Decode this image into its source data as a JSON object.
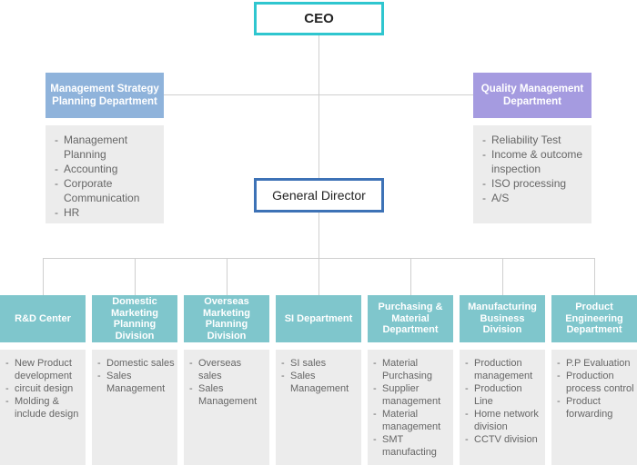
{
  "ceo": {
    "label": "CEO"
  },
  "general_director": {
    "label": "General Director"
  },
  "staff": {
    "management_strategy": {
      "title": "Management Strategy Planning Department",
      "items": [
        "Management Planning",
        "Accounting",
        "Corporate Communication",
        "HR"
      ]
    },
    "quality_management": {
      "title": "Quality Management Department",
      "items": [
        "Reliability Test",
        "Income & outcome inspection",
        "ISO processing",
        "A/S"
      ]
    }
  },
  "departments": [
    {
      "title": "R&D Center",
      "items": [
        "New Product development",
        "circuit design",
        "Molding & include design"
      ]
    },
    {
      "title": "Domestic Marketing Planning Division",
      "items": [
        "Domestic sales",
        "Sales Management"
      ]
    },
    {
      "title": "Overseas Marketing Planning Division",
      "items": [
        "Overseas sales",
        "Sales Management"
      ]
    },
    {
      "title": "SI Department",
      "items": [
        "SI sales",
        "Sales Management"
      ]
    },
    {
      "title": "Purchasing & Material Department",
      "items": [
        "Material Purchasing",
        "Supplier management",
        "Material management",
        "SMT manufacting"
      ]
    },
    {
      "title": "Manufacturing Business Division",
      "items": [
        "Production management",
        "Production Line",
        "Home network division",
        "CCTV division"
      ]
    },
    {
      "title": "Product Engineering Department",
      "items": [
        "P.P Evaluation",
        "Production process control",
        "Product forwarding"
      ]
    }
  ],
  "colors": {
    "ceo_border": "#2fc6cf",
    "director_border": "#3d72b6",
    "management_header": "#8fb3db",
    "quality_header": "#a59be0",
    "department_header": "#7fc6cc",
    "panel_bg": "#ececec"
  }
}
